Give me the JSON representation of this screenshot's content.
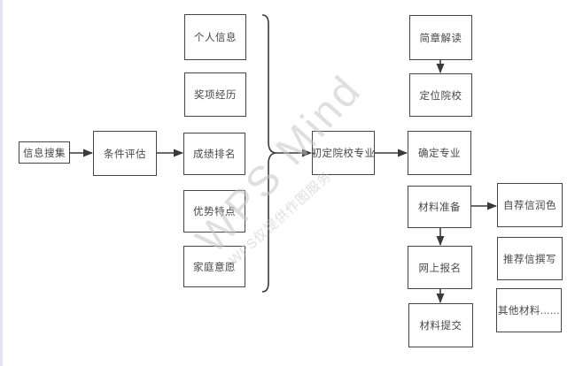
{
  "app": {
    "name": "WPS Mind"
  },
  "watermark": {
    "brand": "WPS Mind",
    "note": "WPS仅提供作图服务"
  },
  "colors": {
    "node_border": "#454545",
    "node_fill": "#ffffff",
    "connector": "#3a3a3a",
    "watermark_gray": "#c6c6c6",
    "edge_strip": "#e4e1f0",
    "canvas_bg": "#ffffff"
  },
  "nodes": {
    "info_collection": "信息搜集",
    "condition_assessment": "条件评估",
    "personal_info": "个人信息",
    "awards_experience": "奖项经历",
    "grade_ranking": "成绩排名",
    "strengths": "优势特点",
    "family_wishes": "家庭意愿",
    "initial_school_major": "初定院校专业",
    "brochure_reading": "简章解读",
    "target_schools": "定位院校",
    "confirm_major": "确定专业",
    "material_prep": "材料准备",
    "online_registration": "网上报名",
    "material_submission": "材料提交",
    "self_letter_polish": "自荐信润色",
    "recommendation_letter": "推荐信撰写",
    "other_materials": "其他材料......"
  }
}
